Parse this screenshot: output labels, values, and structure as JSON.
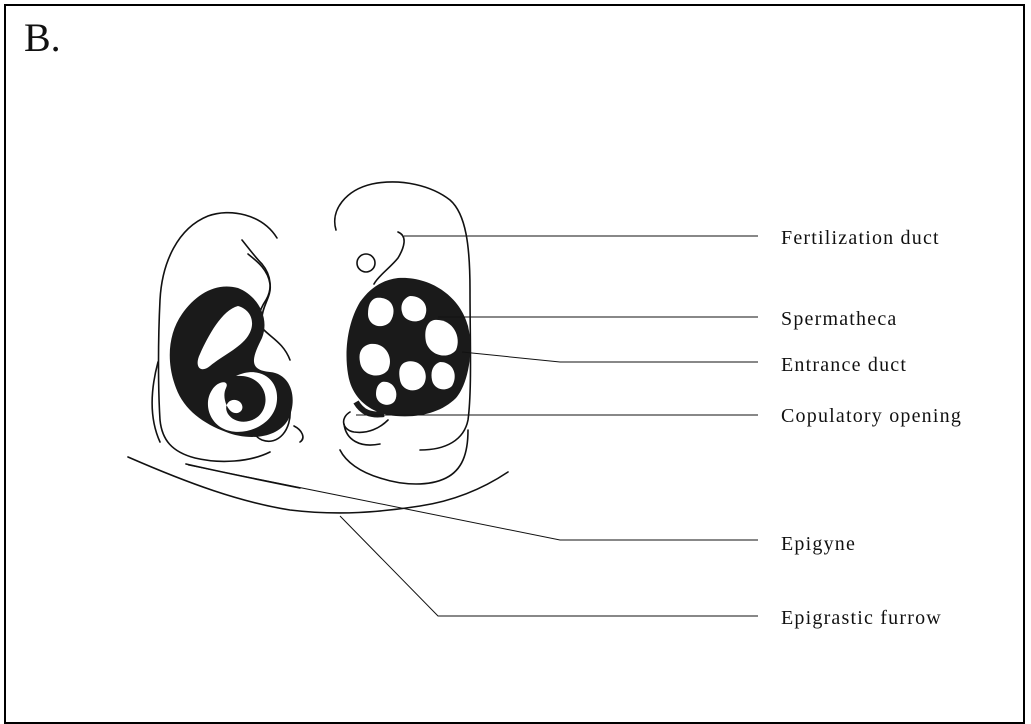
{
  "panel_letter": "B.",
  "labels": {
    "fertilization_duct": "Fertilization duct",
    "spermatheca": "Spermatheca",
    "entrance_duct": "Entrance duct",
    "copulatory_opening": "Copulatory opening",
    "epigyne": "Epigyne",
    "epigastric_furrow": "Epigrastic furrow"
  },
  "colors": {
    "ink": "#111111",
    "fill_dark": "#1a1a1a",
    "background": "#ffffff"
  }
}
